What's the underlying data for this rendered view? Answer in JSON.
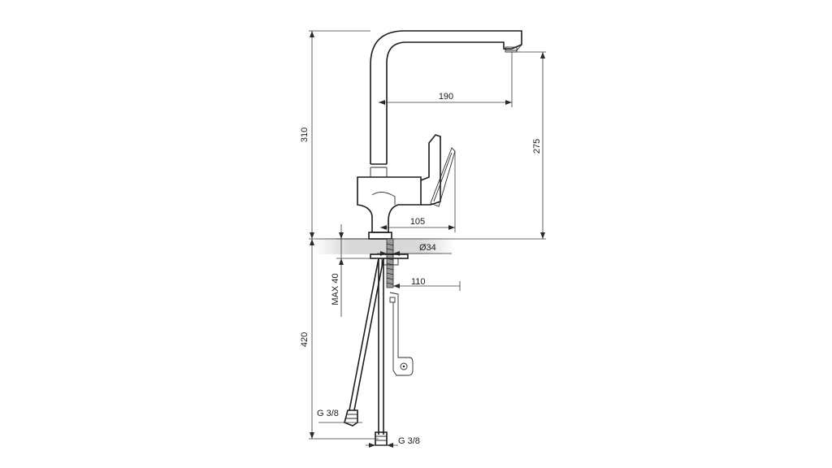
{
  "dimensions": {
    "height_total": "310",
    "spout_reach": "190",
    "spout_height": "275",
    "lever_reach": "105",
    "hole_diameter": "Ø34",
    "max_thickness": "MAX 40",
    "below_reach": "110",
    "below_length": "420",
    "hose_thread_left": "G 3/8",
    "hose_thread_right": "G 3/8"
  },
  "colors": {
    "line": "#1c1c1c",
    "counter": "#d9d9d9"
  }
}
